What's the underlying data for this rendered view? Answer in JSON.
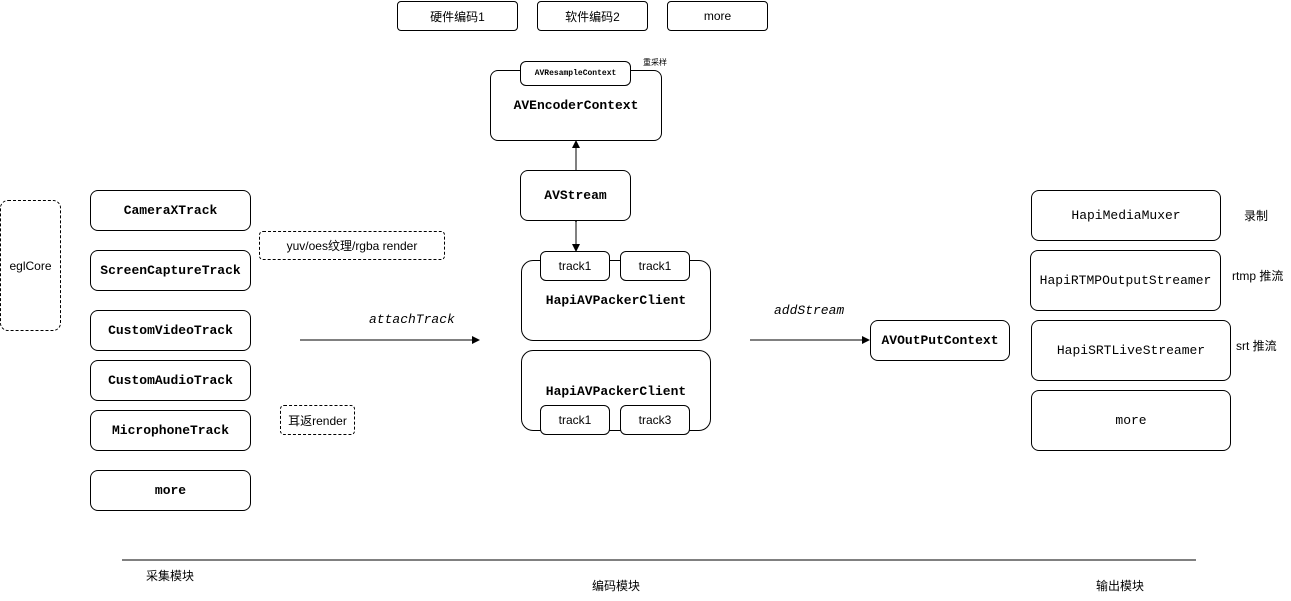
{
  "encoders": {
    "hw": "硬件编码1",
    "sw": "软件编码2",
    "more": "more"
  },
  "encoder_context": {
    "resample": "AVResampleContext",
    "resample_note": "重采样",
    "title": "AVEncoderContext"
  },
  "stream": "AVStream",
  "egl": "eglCore",
  "tracks": [
    "CameraXTrack",
    "ScreenCaptureTrack",
    "CustomVideoTrack",
    "CustomAudioTrack",
    "MicrophoneTrack",
    "more"
  ],
  "notes": {
    "render": "yuv/oes纹理/rgba render",
    "ear_return": "耳返render"
  },
  "edges": {
    "attach": "attachTrack",
    "add": "addStream"
  },
  "packer1": {
    "title": "HapiAVPackerClient",
    "tracks": [
      "track1",
      "track1"
    ]
  },
  "packer2": {
    "title": "HapiAVPackerClient",
    "tracks": [
      "track1",
      "track3"
    ]
  },
  "output_context": "AVOutPutContext",
  "outputs": [
    "HapiMediaMuxer",
    "HapiRTMPOutputStreamer",
    "HapiSRTLiveStreamer",
    "more"
  ],
  "output_notes": [
    "录制",
    "rtmp 推流",
    "srt 推流"
  ],
  "modules": {
    "capture": "采集模块",
    "encode": "编码模块",
    "output": "输出模块"
  }
}
